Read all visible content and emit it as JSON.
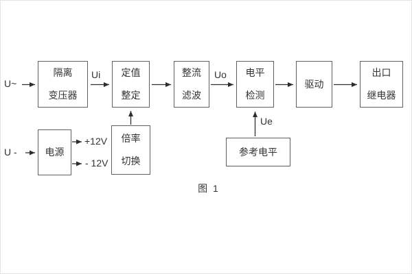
{
  "page": {
    "caption": "图 1"
  },
  "diagram": {
    "blocks": {
      "isolation_transformer": "隔离\n变压器",
      "setting_adjustment": "定值\n整定",
      "rectify_filter": "整流\n滤波",
      "level_detection": "电平\n检测",
      "driver": "驱动",
      "output_relay": "出口\n继电器",
      "power_supply": "电源",
      "ratio_switch": "倍率\n切换",
      "reference_level": "参考电平"
    },
    "signals": {
      "ac_input": "U~",
      "dc_input": "U -",
      "ui": "Ui",
      "uo": "Uo",
      "ue": "Ue",
      "plus_12v": "+12V",
      "minus_12v": "- 12V"
    },
    "colors": {
      "line": "#2e2e2e",
      "box_border": "#5f5f5f",
      "text": "#333333",
      "background": "#ffffff"
    }
  }
}
